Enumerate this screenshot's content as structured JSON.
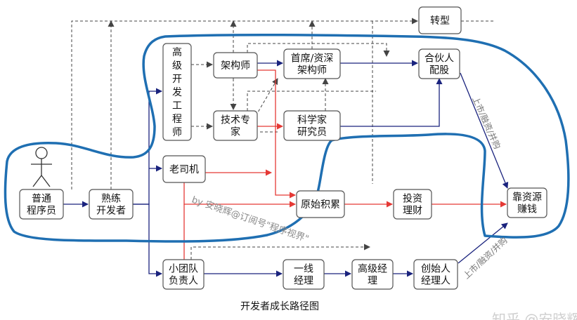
{
  "nodes": {
    "putong": [
      "普通",
      "程序员"
    ],
    "shulian": [
      "熟练",
      "开发者"
    ],
    "gaoji": [
      "高",
      "级",
      "开",
      "发",
      "工",
      "程",
      "师"
    ],
    "jiagou": [
      "架构师"
    ],
    "shouxi": [
      "首席/资深",
      "架构师"
    ],
    "hehuo": [
      "合伙人",
      "配股"
    ],
    "zhuanxing": [
      "转型"
    ],
    "jishu": [
      "技术专",
      "家"
    ],
    "kexue": [
      "科学家",
      "研究员"
    ],
    "laosiji": [
      "老司机"
    ],
    "yuanshi": [
      "原始积累"
    ],
    "touzi": [
      "投资",
      "理财"
    ],
    "kao": [
      "靠资源",
      "赚钱"
    ],
    "xiaotuandui": [
      "小团队",
      "负责人"
    ],
    "yixian": [
      "一线",
      "经理"
    ],
    "gaojijingli": [
      "高级经",
      "理"
    ],
    "chuangshi": [
      "创始人",
      "经理人"
    ]
  },
  "edge_labels": {
    "upper": "上市/融资/并购",
    "lower": "上市/融资/并购"
  },
  "watermark": "by 安晓辉@订阅号\"程序视界\"",
  "caption": "开发者成长路径图",
  "corner_mark": "知乎 @安晓辉",
  "colors": {
    "solid_arrow": "#1a237e",
    "red_arrow": "#e53935",
    "dashed": "#444444",
    "outline": "#1f6fb2"
  }
}
